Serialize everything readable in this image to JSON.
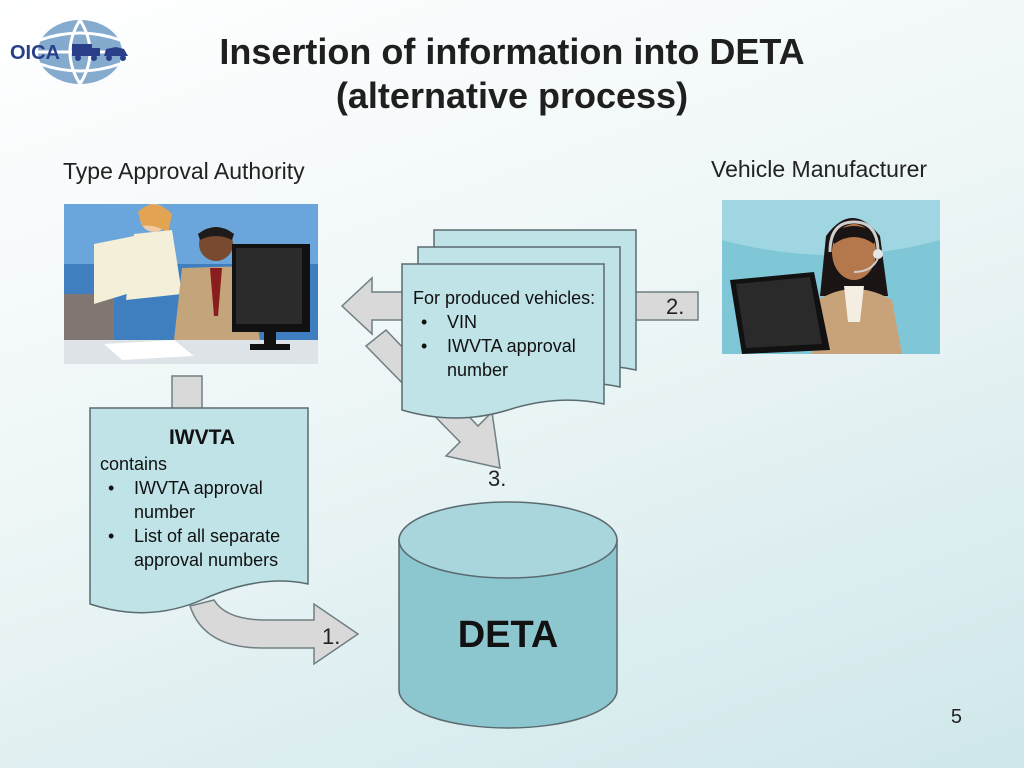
{
  "logo": {
    "text": "OICA"
  },
  "title": {
    "line1": "Insertion of information into DETA",
    "line2": "(alternative process)"
  },
  "actors": {
    "left": "Type Approval Authority",
    "right": "Vehicle Manufacturer"
  },
  "produced_doc": {
    "intro": "For produced vehicles:",
    "items": [
      "VIN",
      "IWVTA approval number"
    ]
  },
  "iwvta_doc": {
    "heading": "IWVTA",
    "intro": "contains",
    "items": [
      "IWVTA approval number",
      "List of all separate approval numbers"
    ]
  },
  "steps": {
    "s1": "1.",
    "s2": "2.",
    "s3": "3."
  },
  "database": {
    "label": "DETA"
  },
  "page_number": "5",
  "colors": {
    "doc_fill": "#bfe3e7",
    "arrow_fill": "#d9d9d9",
    "cylinder_fill": "#8cc6cf",
    "stroke": "#5a6b70"
  }
}
